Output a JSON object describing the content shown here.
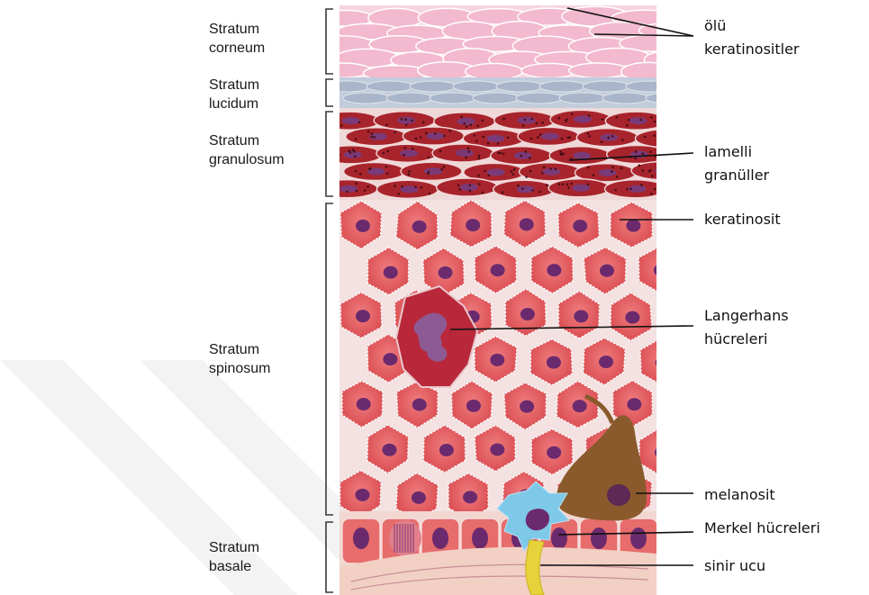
{
  "diagram": {
    "layers": [
      {
        "id": "corneum",
        "label": "Stratum\ncorneum"
      },
      {
        "id": "lucidum",
        "label": "Stratum\nlucidum"
      },
      {
        "id": "granulosum",
        "label": "Stratum\ngranulosum"
      },
      {
        "id": "spinosum",
        "label": "Stratum\nspinosum"
      },
      {
        "id": "basale",
        "label": "Stratum\nbasale"
      }
    ],
    "callouts": [
      {
        "id": "dead-keratinocytes",
        "label": "ölü\nkeratinositler"
      },
      {
        "id": "lamellar-granules",
        "label": "lamelli\ngranüller"
      },
      {
        "id": "keratinocyte",
        "label": "keratinosit"
      },
      {
        "id": "langerhans-cells",
        "label": "Langerhans\nhücreleri"
      },
      {
        "id": "melanocyte",
        "label": "melanosit"
      },
      {
        "id": "merkel-cells",
        "label": "Merkel  hücreleri"
      },
      {
        "id": "nerve-ending",
        "label": "sinir ucu"
      }
    ],
    "colors": {
      "corneum": "#f2bfd3",
      "lucidum": "#b9c4d6",
      "granulosum": "#a8242c",
      "cell": "#e25a5e",
      "nucleus": "#6b2a6e",
      "langerhans": "#b8283a",
      "melanocyte": "#8a5a2c",
      "merkel": "#7ec8e8",
      "nerve": "#e6d23a"
    }
  }
}
